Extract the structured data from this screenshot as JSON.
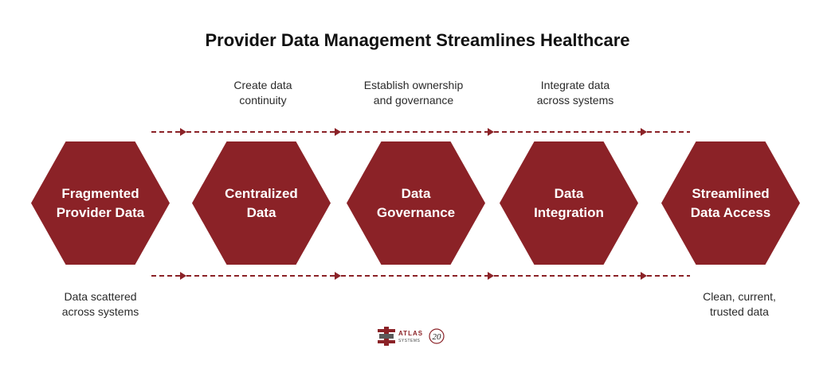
{
  "title": "Provider Data Management Streamlines Healthcare",
  "colors": {
    "hex_fill": "#8b2227",
    "connector": "#8b2227"
  },
  "stages": [
    {
      "line1": "Fragmented",
      "line2": "Provider Data"
    },
    {
      "line1": "Centralized",
      "line2": "Data"
    },
    {
      "line1": "Data",
      "line2": "Governance"
    },
    {
      "line1": "Data",
      "line2": "Integration"
    },
    {
      "line1": "Streamlined",
      "line2": "Data Access"
    }
  ],
  "top_captions": [
    {
      "line1": "Create data",
      "line2": "continuity"
    },
    {
      "line1": "Establish ownership",
      "line2": "and governance"
    },
    {
      "line1": "Integrate data",
      "line2": "across systems"
    }
  ],
  "bottom_captions": [
    {
      "line1": "Data scattered",
      "line2": "across systems"
    },
    {
      "line1": "Clean, current,",
      "line2": "trusted data"
    }
  ],
  "logo": {
    "brand": "ATLAS",
    "sub": "SYSTEMS",
    "badge": "20",
    "icon": "atlas-systems-logo-icon"
  }
}
